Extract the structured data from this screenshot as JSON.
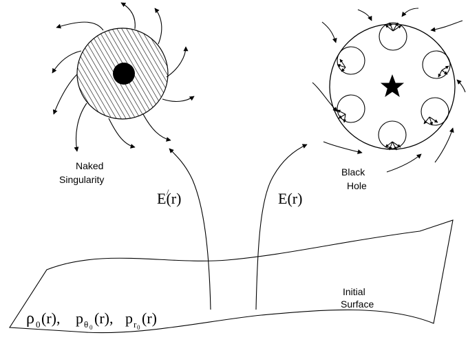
{
  "labels": {
    "naked_line1": "Naked",
    "naked_line2": "Singularity",
    "black_line1": "Black",
    "black_line2": "Hole",
    "energy_prime": "E(r)",
    "prime_mark": "/",
    "energy": "E(r)",
    "initial_line1": "Initial",
    "initial_line2": "Surface"
  },
  "initial_data": {
    "rho": "ρ",
    "rho_sub": "0",
    "rho_arg": "(r),",
    "p_theta": "p",
    "p_theta_sub": "θ",
    "p_theta_subsub": "0",
    "p_theta_arg": "(r),",
    "p_r": "p",
    "p_r_sub": "r",
    "p_r_subsub": "0",
    "p_r_arg": "(r)"
  },
  "colors": {
    "ink": "#000000",
    "background": "#ffffff"
  },
  "icons": {
    "center_marker": "star-icon"
  }
}
